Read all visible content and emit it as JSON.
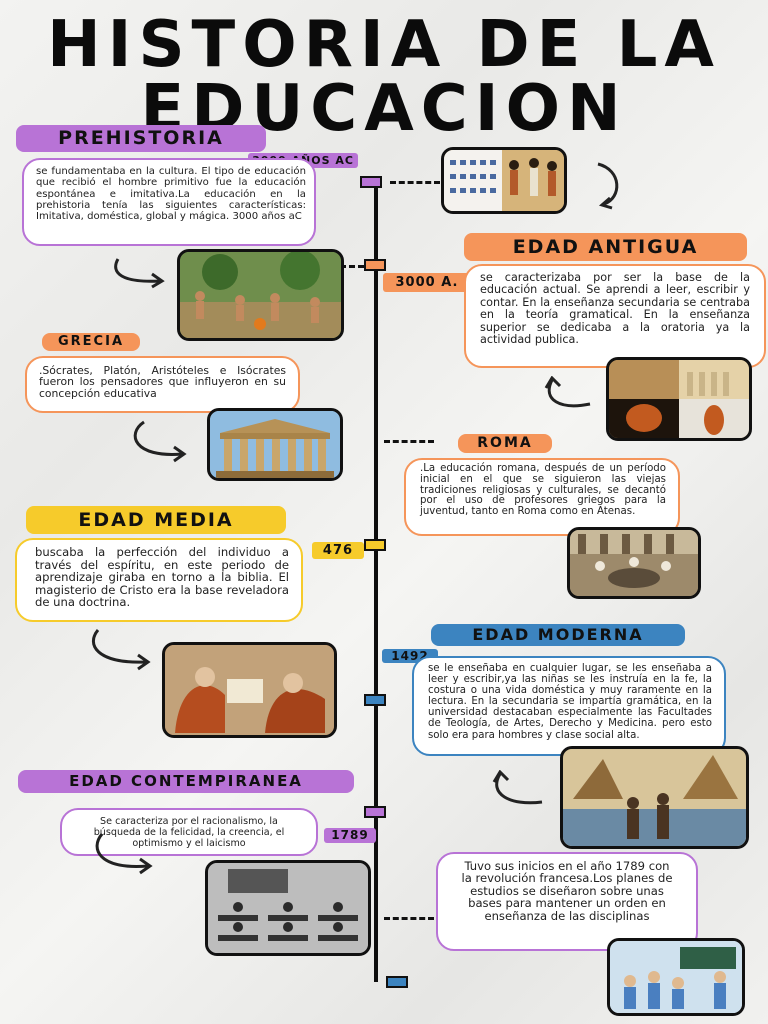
{
  "title": {
    "line1": "HISTORIA DE LA",
    "line2": "EDUCACION"
  },
  "colors": {
    "purple": "#b873d6",
    "orange": "#f5955a",
    "yellow": "#f6cb2b",
    "blue": "#3c84c0",
    "line": "#0d0d0d"
  },
  "prehistoria": {
    "label": "PREHISTORIA",
    "date": "3000 AÑOS AC",
    "text": "se fundamentaba en la cultura. El tipo de educación que recibió el hombre primitivo fue la educación espontánea e imitativa.La educación en la prehistoria tenía las siguientes características: Imitativa, doméstica, global y mágica. 3000 años aC"
  },
  "edad_antigua": {
    "label": "EDAD ANTIGUA",
    "date": "3000 A.",
    "text": "se caracterizaba por ser la base de la educación actual. Se aprendi a leer, escribir y contar. En la enseñanza secundaria se centraba en la teoría gramatical. En la enseñanza superior se dedicaba a la oratoria ya la actividad publica."
  },
  "grecia": {
    "label": "GRECIA",
    "text": ".Sócrates, Platón, Aristóteles e Isócrates fueron los pensadores que influyeron en su concepción educativa"
  },
  "roma": {
    "label": "ROMA",
    "text": ".La educación romana, después de un período inicial en el que se siguieron las viejas tradiciones religiosas y culturales, se decantó por el uso de profesores griegos para la juventud, tanto en Roma como en Atenas."
  },
  "edad_media": {
    "label": "EDAD MEDIA",
    "date": "476",
    "text": "buscaba la perfección del individuo a través del espíritu, en este periodo de aprendizaje giraba en torno a la biblia. El magisterio de Cristo era la base reveladora de una doctrina."
  },
  "edad_moderna": {
    "label": "EDAD MODERNA",
    "date": "1492",
    "text": "se le enseñaba en cualquier lugar, se les enseñaba a leer y escribir,ya las niñas se les instruía en la fe, la costura o una vida doméstica y muy raramente en la lectura. En la secundaria se impartía gramática, en la universidad destacaban especialmente las Facultades de Teología, de Artes, Derecho y Medicina. pero esto solo era para hombres y clase social alta."
  },
  "edad_contemporanea": {
    "label": "EDAD CONTEMPIRANEA",
    "date": "1789",
    "text": "Se caracteriza por el racionalismo, la búsqueda de la felicidad, la creencia, el optimismo y el laicismo",
    "text2": "Tuvo sus inicios en el año 1789 con la revolución francesa.Los planes de estudios se diseñaron sobre unas bases para mantener un orden en enseñanza de las disciplinas"
  }
}
